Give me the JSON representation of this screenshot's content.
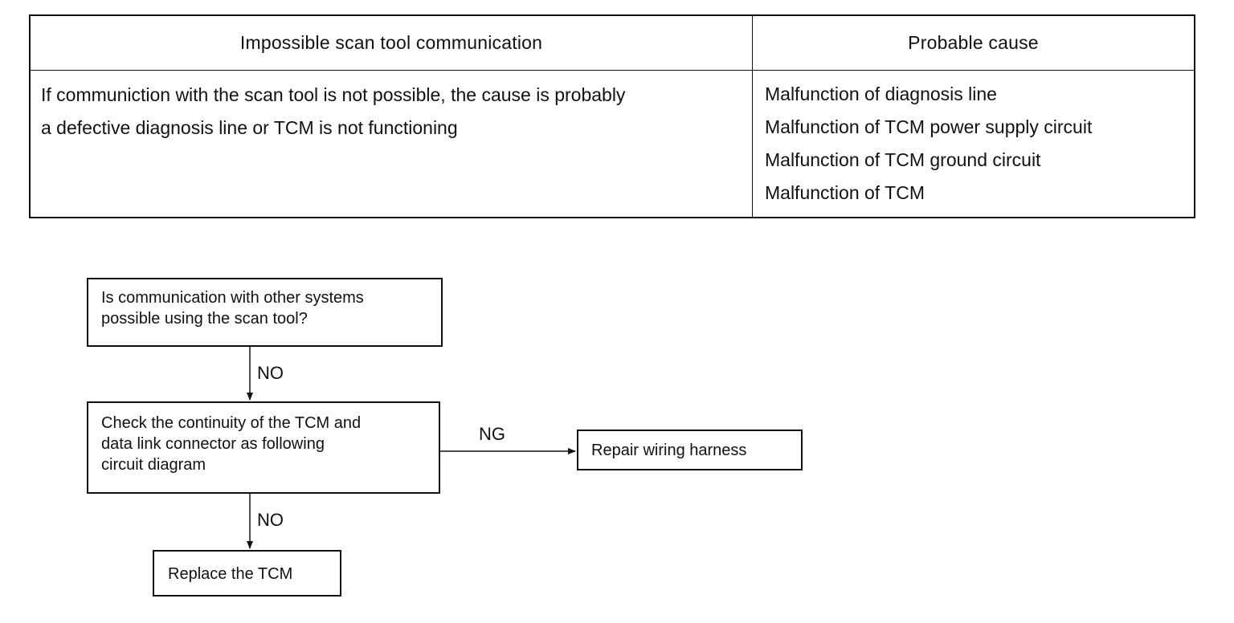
{
  "table": {
    "header_left": "Impossible scan tool communication",
    "header_right": "Probable cause",
    "description_lines": [
      "If communiction with the scan tool is not possible, the cause is probably",
      "a defective diagnosis line or TCM is not functioning"
    ],
    "causes": [
      "Malfunction of diagnosis line",
      "Malfunction of TCM power supply circuit",
      "Malfunction of TCM ground circuit",
      "Malfunction of TCM"
    ]
  },
  "flowchart": {
    "question": {
      "lines": [
        "Is communication with other systems",
        "possible using the scan tool?"
      ]
    },
    "check": {
      "lines": [
        "Check the continuity of the TCM and",
        "data link connector as following",
        "circuit diagram"
      ]
    },
    "repair": {
      "label": "Repair wiring harness"
    },
    "replace": {
      "label": "Replace the TCM"
    },
    "labels": {
      "no_first": "NO",
      "ng": "NG",
      "no_second": "NO"
    }
  }
}
